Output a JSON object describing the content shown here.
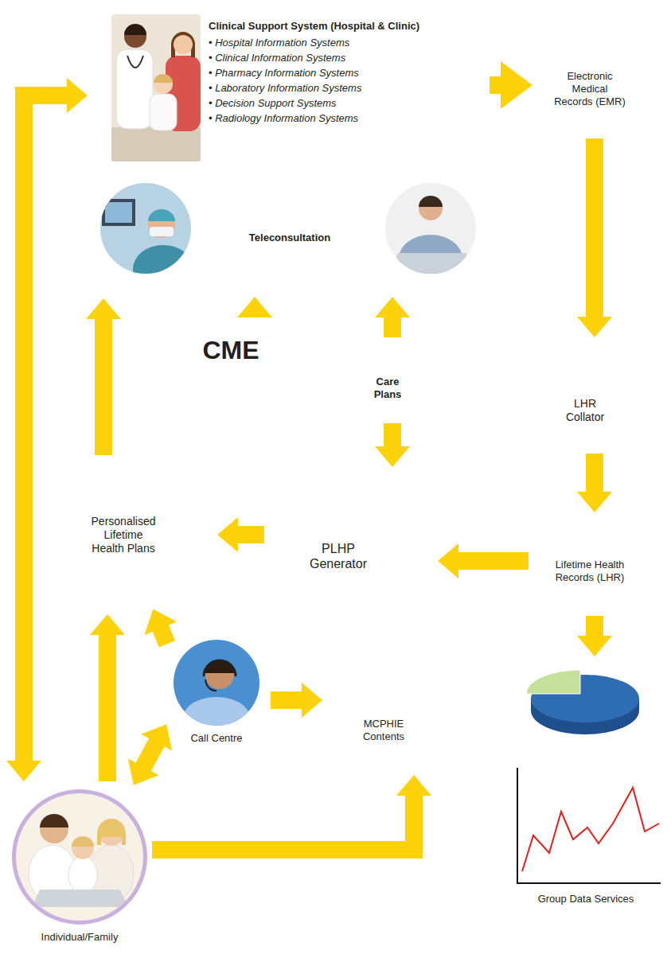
{
  "diagram": {
    "nodes": [
      {
        "text": [
          "Clinical Support System (Hospital & Clinic)",
          "• Hospital Information Systems",
          "• Clinical Information Systems",
          "• Pharmacy Information Systems",
          "• Laboratory Information Systems",
          "• Decision Support Systems",
          "• Radiology Information Systems"
        ]
      },
      {
        "text": [
          "Teleconsultation"
        ],
        "in": 0
      },
      {
        "text": [
          "Electronic Medical Records (EMR)"
        ]
      },
      {
        "text": [
          "CME"
        ]
      },
      {
        "text": [
          "Care Plans"
        ]
      },
      {
        "text": [
          "LHR Collator"
        ]
      },
      {
        "text": [
          "Personalised Lifetime Health Plans"
        ]
      },
      {
        "text": [
          "PLHP Generator"
        ]
      },
      {
        "text": [
          "Lifetime Health Records (LHR)"
        ]
      },
      {
        "text": [
          "Call Centre"
        ]
      },
      {
        "text": [
          "MCPHIE Contents"
        ]
      },
      {
        "text": [
          "Group Data Services"
        ]
      },
      {
        "text": [
          "Individual/Family"
        ]
      }
    ],
    "edges": [
      {
        "from": 0,
        "to": 2,
        "arrow": "to"
      },
      {
        "from": 2,
        "to": 5,
        "arrow": "to"
      },
      {
        "from": 5,
        "to": 8,
        "arrow": "to"
      },
      {
        "from": 8,
        "to": 7,
        "arrow": "to"
      },
      {
        "from": 8,
        "to": 11,
        "arrow": "to"
      },
      {
        "from": 7,
        "to": 6,
        "arrow": "to"
      },
      {
        "from": 4,
        "to": 7,
        "arrow": "to"
      },
      {
        "from": 4,
        "to": 0,
        "arrow": "to"
      },
      {
        "from": 3,
        "to": 0,
        "arrow": "to"
      },
      {
        "from": 6,
        "to": 0,
        "arrow": "to"
      },
      {
        "from": 9,
        "to": 6,
        "arrow": "to"
      },
      {
        "from": 12,
        "to": 9,
        "arrow": "both"
      },
      {
        "from": 9,
        "to": 10,
        "arrow": "to"
      },
      {
        "from": 12,
        "to": 6,
        "arrow": "to"
      },
      {
        "from": 12,
        "to": 10,
        "arrow": "to"
      },
      {
        "from": 12,
        "to": 0,
        "arrow": "both"
      }
    ]
  }
}
